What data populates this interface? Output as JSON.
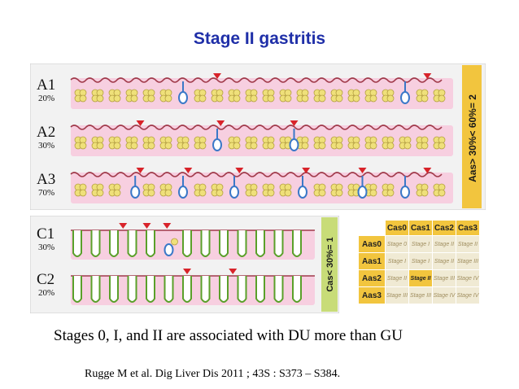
{
  "title": "Stage II gastritis",
  "upper_panel": {
    "rows": [
      {
        "label": "A1",
        "percent": "20%"
      },
      {
        "label": "A2",
        "percent": "30%"
      },
      {
        "label": "A3",
        "percent": "70%"
      }
    ],
    "side_label": "Aas> 30%< 60%= 2"
  },
  "lower_panel": {
    "rows": [
      {
        "label": "C1",
        "percent": "30%"
      },
      {
        "label": "C2",
        "percent": "20%"
      }
    ],
    "side_label": "Cas< 30%= 1"
  },
  "stage_table": {
    "columns": [
      "Cas0",
      "Cas1",
      "Cas2",
      "Cas3"
    ],
    "rows": [
      {
        "label": "Aas0",
        "cells": [
          "Stage 0",
          "Stage I",
          "Stage II",
          "Stage II"
        ]
      },
      {
        "label": "Aas1",
        "cells": [
          "Stage I",
          "Stage I",
          "Stage II",
          "Stage III"
        ]
      },
      {
        "label": "Aas2",
        "cells": [
          "Stage II",
          "Stage II",
          "Stage III",
          "Stage IV"
        ]
      },
      {
        "label": "Aas3",
        "cells": [
          "Stage III",
          "Stage III",
          "Stage IV",
          "Stage IV"
        ]
      }
    ],
    "highlight": {
      "row": 2,
      "col": 1
    }
  },
  "caption": "Stages 0, I, and II are associated with DU more than GU",
  "reference": "Rugge M et al. Dig Liver Dis 2011 ; 43S : S373 – S384.",
  "colors": {
    "title": "#1f2fa8",
    "panel_bg": "#f2f2f2",
    "mucosa": "#f7cfe0",
    "gland_outline": "#a03a4a",
    "glands_yellow": "#efe07a",
    "metaplasia_blue": "#3a78c8",
    "marker_red": "#d8232a",
    "side_bar_yellow": "#f2c53e",
    "side_bar_green": "#c8dc78"
  }
}
